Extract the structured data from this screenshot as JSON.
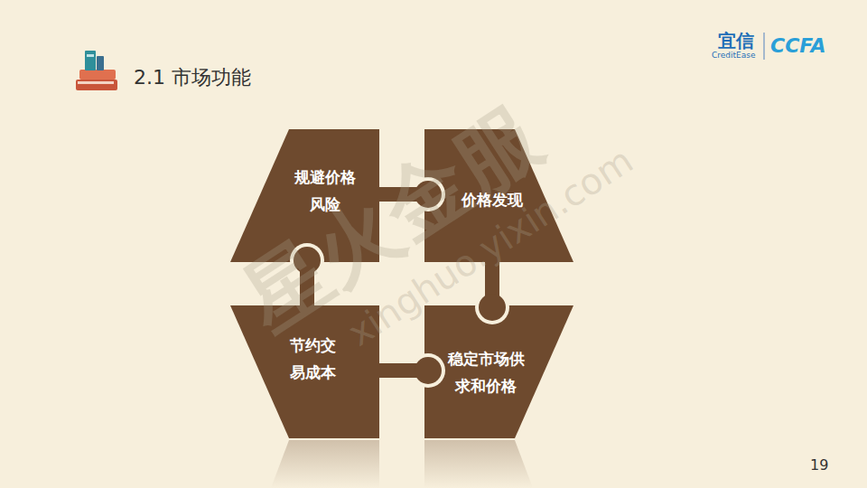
{
  "diagram": {
    "title": "2.1 市场功能",
    "nodes": [
      {
        "text": [
          "规避价格 风险"
        ]
      },
      {
        "text": [
          "价格发现"
        ]
      },
      {
        "text": [
          "节约交 易成本"
        ]
      },
      {
        "text": [
          "稳定市场供 求和价格"
        ]
      }
    ],
    "labels": [
      "宜信",
      "CreditEase",
      "CCFA",
      "星火金服",
      "xinghuo.yixin.com",
      "19"
    ]
  }
}
